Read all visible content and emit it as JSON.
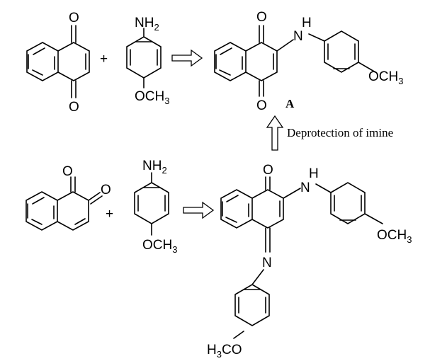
{
  "reaction_scheme": {
    "top_row": {
      "reactant_1": {
        "atoms": {
          "o1": "O",
          "o2": "O"
        }
      },
      "plus": "+",
      "reactant_2": {
        "amine": "NH",
        "amine_sub": "2",
        "methoxy": "OCH",
        "methoxy_sub": "3"
      },
      "product": {
        "atoms": {
          "o1": "O",
          "o2": "O",
          "nh": "H",
          "n": "N",
          "methoxy": "OCH",
          "methoxy_sub": "3"
        },
        "label": "A"
      }
    },
    "deprotection": {
      "label": "Deprotection of imine"
    },
    "bottom_row": {
      "reactant_1": {
        "atoms": {
          "o1": "O",
          "o2": "O"
        }
      },
      "plus": "+",
      "reactant_2": {
        "amine": "NH",
        "amine_sub": "2",
        "methoxy": "OCH",
        "methoxy_sub": "3"
      },
      "product": {
        "atoms": {
          "o1": "O",
          "nh": "H",
          "n_amine": "N",
          "n_imine": "N",
          "methoxy": "OCH",
          "methoxy_sub": "3",
          "methoxy2_pre": "H",
          "methoxy2_sub": "3",
          "methoxy2_post": "CO"
        }
      }
    }
  }
}
